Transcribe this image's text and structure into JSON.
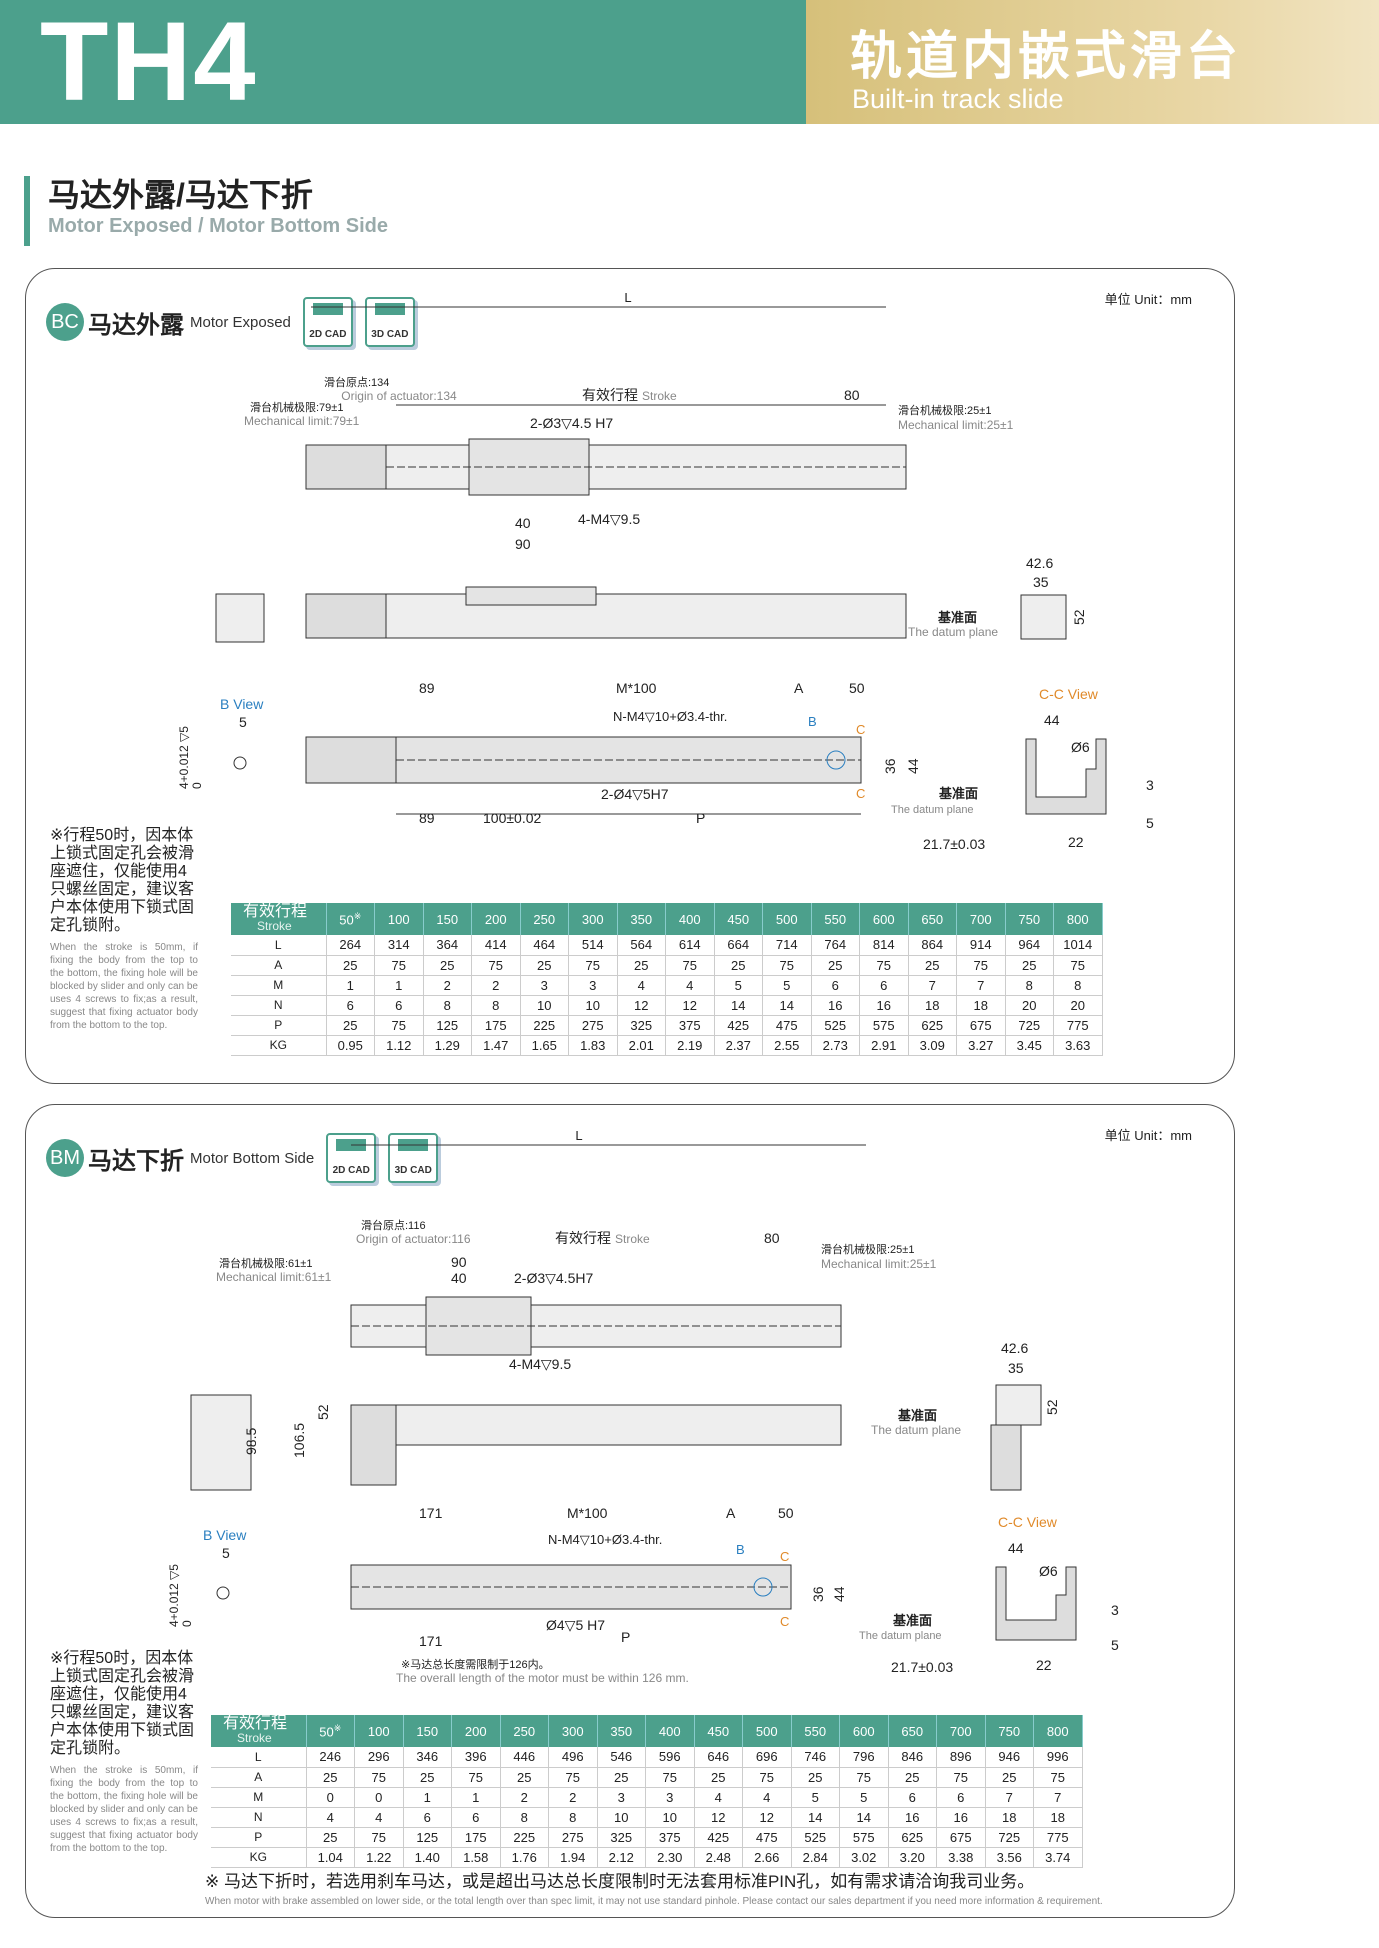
{
  "header": {
    "model": "TH4",
    "title_cn": "轨道内嵌式滑台",
    "title_en": "Built-in track slide"
  },
  "section": {
    "title_cn": "马达外露/马达下折",
    "title_en": "Motor Exposed / Motor Bottom Side"
  },
  "colors": {
    "accent": "#4ca08c",
    "gold": "#d6c07a",
    "dim_orange": "#e08a2a",
    "dim_blue": "#2a7fc0"
  },
  "panels": [
    {
      "badge": "BC",
      "title_cn": "马达外露",
      "title_en": "Motor Exposed",
      "cad": [
        "2D CAD",
        "3D CAD"
      ],
      "unit": "单位 Unit：mm",
      "labels": {
        "L": "L",
        "origin_cn": "滑台原点:134",
        "origin_en": "Origin of actuator:134",
        "stroke_cn": "有效行程",
        "stroke_en": "Stroke",
        "d80": "80",
        "mech_l_cn": "滑台机械极限:79±1",
        "mech_l_en": "Mechanical limit:79±1",
        "mech_r_cn": "滑台机械极限:25±1",
        "mech_r_en": "Mechanical limit:25±1",
        "h1": "2-Ø3▽4.5 H7",
        "h2": "4-M4▽9.5",
        "d40": "40",
        "d90": "90",
        "d426": "42.6",
        "d35": "35",
        "d52": "52",
        "datum_cn": "基准面",
        "datum_en": "The datum plane",
        "bview": "B View",
        "d5": "5",
        "tol": "4+0.012 ▽5",
        "tol2": "0",
        "d89a": "89",
        "m100": "M*100",
        "dA": "A",
        "d50": "50",
        "thr": "N-M4▽10+Ø3.4-thr.",
        "pinh": "2-Ø4▽5H7",
        "d89b": "89",
        "d100": "100±0.02",
        "dP": "P",
        "d36": "36",
        "d44": "44",
        "B": "B",
        "C": "C",
        "ccview": "C-C View",
        "c44": "44",
        "phi6": "Ø6",
        "c3": "3",
        "c5": "5",
        "c217": "21.7±0.03",
        "c22": "22"
      },
      "note_cn": "※行程50时，因本体上锁式固定孔会被滑座遮住，仅能使用4只螺丝固定，建议客户本体使用下锁式固定孔锁附。",
      "note_en": "When the stroke is 50mm, if fixing the body from the top to the bottom, the fixing hole will be blocked by slider and only can be uses 4 screws to fix;as a result, suggest that fixing actuator body from the bottom to the top.",
      "table": {
        "head_cn": "有效行程",
        "head_en": "Stroke",
        "strokes": [
          "50",
          "100",
          "150",
          "200",
          "250",
          "300",
          "350",
          "400",
          "450",
          "500",
          "550",
          "600",
          "650",
          "700",
          "750",
          "800"
        ],
        "mark": "※",
        "rows": [
          {
            "k": "L",
            "v": [
              "264",
              "314",
              "364",
              "414",
              "464",
              "514",
              "564",
              "614",
              "664",
              "714",
              "764",
              "814",
              "864",
              "914",
              "964",
              "1014"
            ]
          },
          {
            "k": "A",
            "v": [
              "25",
              "75",
              "25",
              "75",
              "25",
              "75",
              "25",
              "75",
              "25",
              "75",
              "25",
              "75",
              "25",
              "75",
              "25",
              "75"
            ]
          },
          {
            "k": "M",
            "v": [
              "1",
              "1",
              "2",
              "2",
              "3",
              "3",
              "4",
              "4",
              "5",
              "5",
              "6",
              "6",
              "7",
              "7",
              "8",
              "8"
            ]
          },
          {
            "k": "N",
            "v": [
              "6",
              "6",
              "8",
              "8",
              "10",
              "10",
              "12",
              "12",
              "14",
              "14",
              "16",
              "16",
              "18",
              "18",
              "20",
              "20"
            ]
          },
          {
            "k": "P",
            "v": [
              "25",
              "75",
              "125",
              "175",
              "225",
              "275",
              "325",
              "375",
              "425",
              "475",
              "525",
              "575",
              "625",
              "675",
              "725",
              "775"
            ]
          },
          {
            "k": "KG",
            "v": [
              "0.95",
              "1.12",
              "1.29",
              "1.47",
              "1.65",
              "1.83",
              "2.01",
              "2.19",
              "2.37",
              "2.55",
              "2.73",
              "2.91",
              "3.09",
              "3.27",
              "3.45",
              "3.63"
            ]
          }
        ]
      }
    },
    {
      "badge": "BM",
      "title_cn": "马达下折",
      "title_en": "Motor Bottom Side",
      "cad": [
        "2D CAD",
        "3D CAD"
      ],
      "unit": "单位 Unit：mm",
      "labels": {
        "L": "L",
        "origin_cn": "滑台原点:116",
        "origin_en": "Origin of actuator:116",
        "stroke_cn": "有效行程",
        "stroke_en": "Stroke",
        "d80": "80",
        "mech_l_cn": "滑台机械极限:61±1",
        "mech_l_en": "Mechanical limit:61±1",
        "mech_r_cn": "滑台机械极限:25±1",
        "mech_r_en": "Mechanical limit:25±1",
        "h1": "2-Ø3▽4.5H7",
        "h2": "4-M4▽9.5",
        "d90": "90",
        "d40": "40",
        "d426": "42.6",
        "d35": "35",
        "d52": "52",
        "d52b": "52",
        "d985": "98.5",
        "d1065": "106.5",
        "datum_cn": "基准面",
        "datum_en": "The datum plane",
        "bview": "B View",
        "d5": "5",
        "tol": "4+0.012 ▽5",
        "tol2": "0",
        "d171a": "171",
        "m100": "M*100",
        "dA": "A",
        "d50": "50",
        "thr": "N-M4▽10+Ø3.4-thr.",
        "pinh": "Ø4▽5 H7",
        "d171b": "171",
        "dP": "P",
        "d36": "36",
        "d44": "44",
        "B": "B",
        "C": "C",
        "motor_cn": "※马达总长度需限制于126内。",
        "motor_en": "The overall length of the motor must be within 126 mm.",
        "ccview": "C-C View",
        "c44": "44",
        "phi6": "Ø6",
        "c3": "3",
        "c5": "5",
        "c217": "21.7±0.03",
        "c22": "22"
      },
      "note_cn": "※行程50时，因本体上锁式固定孔会被滑座遮住，仅能使用4只螺丝固定，建议客户本体使用下锁式固定孔锁附。",
      "note_en": "When the stroke is 50mm, if fixing the body from the top to the bottom, the fixing hole will be blocked by slider and only can be uses 4 screws to fix;as a result, suggest that fixing actuator body from the bottom to the top.",
      "table": {
        "head_cn": "有效行程",
        "head_en": "Stroke",
        "strokes": [
          "50",
          "100",
          "150",
          "200",
          "250",
          "300",
          "350",
          "400",
          "450",
          "500",
          "550",
          "600",
          "650",
          "700",
          "750",
          "800"
        ],
        "mark": "※",
        "rows": [
          {
            "k": "L",
            "v": [
              "246",
              "296",
              "346",
              "396",
              "446",
              "496",
              "546",
              "596",
              "646",
              "696",
              "746",
              "796",
              "846",
              "896",
              "946",
              "996"
            ]
          },
          {
            "k": "A",
            "v": [
              "25",
              "75",
              "25",
              "75",
              "25",
              "75",
              "25",
              "75",
              "25",
              "75",
              "25",
              "75",
              "25",
              "75",
              "25",
              "75"
            ]
          },
          {
            "k": "M",
            "v": [
              "0",
              "0",
              "1",
              "1",
              "2",
              "2",
              "3",
              "3",
              "4",
              "4",
              "5",
              "5",
              "6",
              "6",
              "7",
              "7"
            ]
          },
          {
            "k": "N",
            "v": [
              "4",
              "4",
              "6",
              "6",
              "8",
              "8",
              "10",
              "10",
              "12",
              "12",
              "14",
              "14",
              "16",
              "16",
              "18",
              "18"
            ]
          },
          {
            "k": "P",
            "v": [
              "25",
              "75",
              "125",
              "175",
              "225",
              "275",
              "325",
              "375",
              "425",
              "475",
              "525",
              "575",
              "625",
              "675",
              "725",
              "775"
            ]
          },
          {
            "k": "KG",
            "v": [
              "1.04",
              "1.22",
              "1.40",
              "1.58",
              "1.76",
              "1.94",
              "2.12",
              "2.30",
              "2.48",
              "2.66",
              "2.84",
              "3.02",
              "3.20",
              "3.38",
              "3.56",
              "3.74"
            ]
          }
        ]
      }
    }
  ],
  "footer": {
    "cn": "※ 马达下折时，若选用刹车马达，或是超出马达总长度限制时无法套用标准PIN孔，如有需求请洽询我司业务。",
    "en": "When motor with brake assembled on lower side, or the total length over than spec limit, it may not use standard pinhole. Please contact our sales department if you need more information & requirement."
  }
}
